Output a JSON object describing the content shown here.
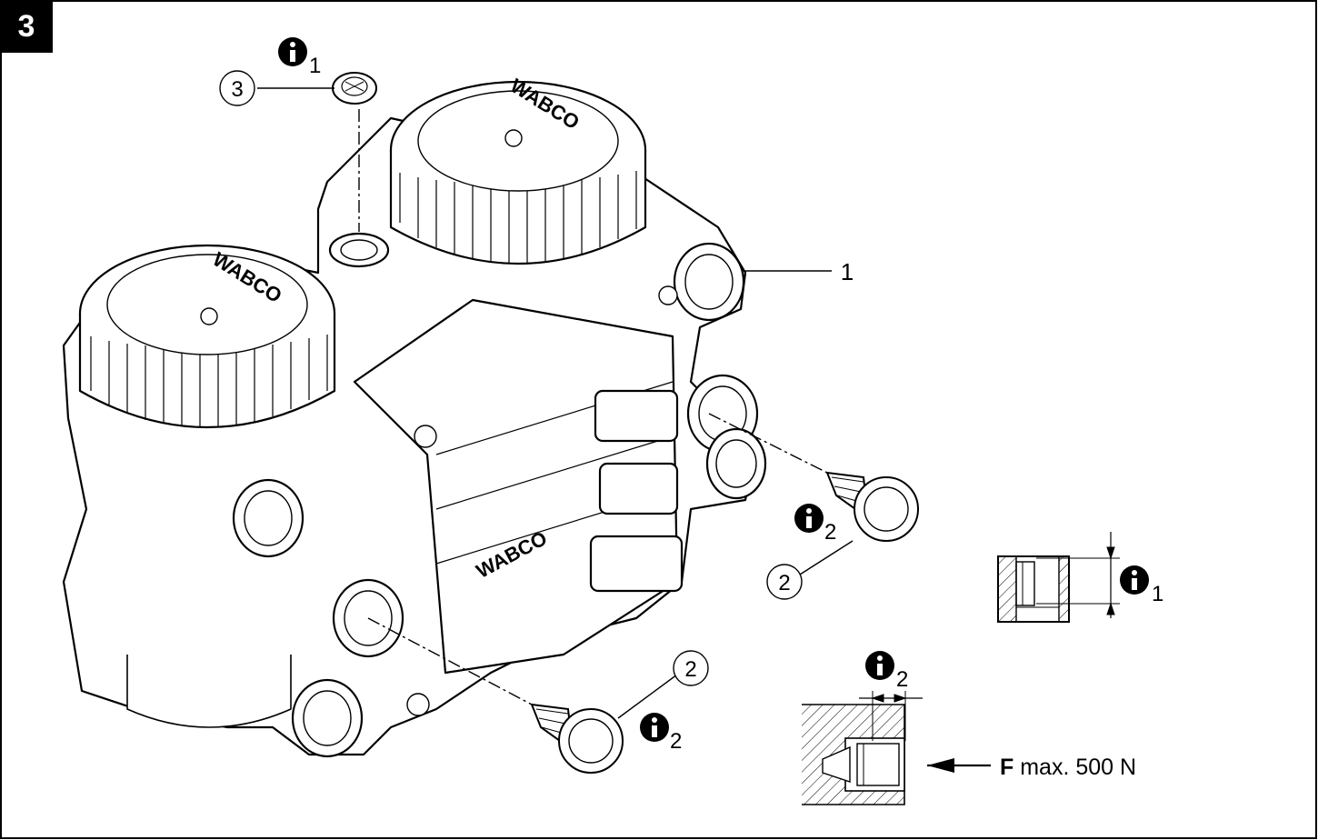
{
  "figure": {
    "number": "3"
  },
  "brand_text": "WABCO",
  "callouts": {
    "c1": "1",
    "c2a": "2",
    "c2b": "2",
    "c3": "3"
  },
  "info_marks": {
    "top": {
      "icon": "info-icon",
      "sub": "1"
    },
    "filter_right": {
      "icon": "info-icon",
      "sub": "2"
    },
    "filter_bottom": {
      "icon": "info-icon",
      "sub": "2"
    },
    "detail1": {
      "icon": "info-icon",
      "sub": "1"
    },
    "detail2": {
      "icon": "info-icon",
      "sub": "2"
    }
  },
  "force": {
    "symbol": "F",
    "text": " max. 500 N"
  },
  "colors": {
    "ink": "#000000",
    "paper": "#ffffff",
    "hatch": "#000000"
  }
}
